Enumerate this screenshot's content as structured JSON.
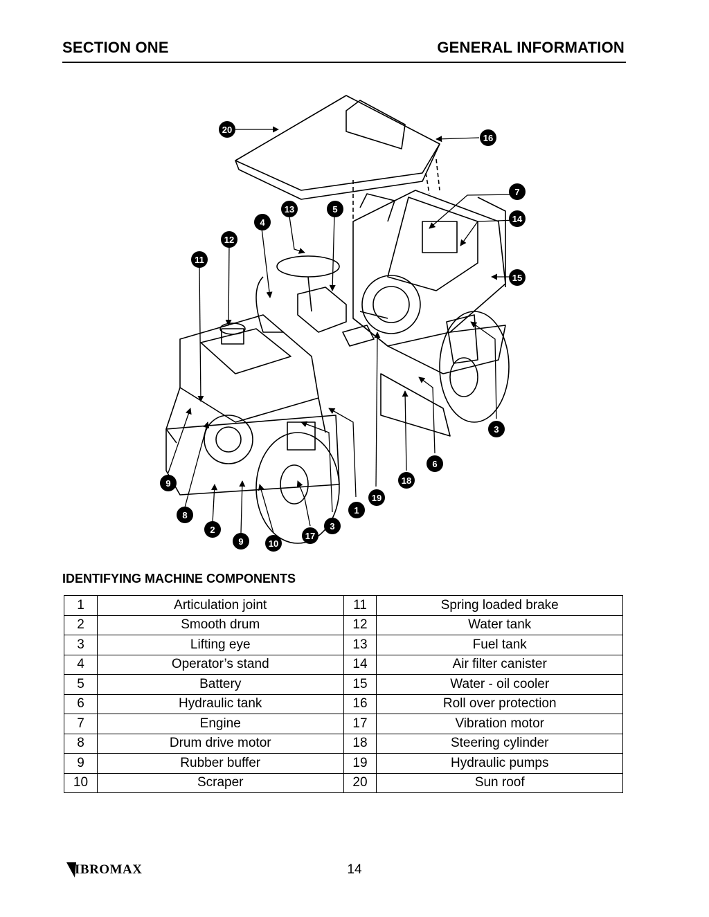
{
  "header": {
    "left": "SECTION ONE",
    "right": "GENERAL INFORMATION"
  },
  "figure": {
    "callouts": [
      "20",
      "16",
      "7",
      "14",
      "15",
      "13",
      "5",
      "4",
      "12",
      "11",
      "3",
      "6",
      "18",
      "19",
      "1",
      "17",
      "3",
      "10",
      "9",
      "2",
      "8",
      "9"
    ]
  },
  "section_title": "IDENTIFYING MACHINE COMPONENTS",
  "components": [
    {
      "left_no": "1",
      "left_name": "Articulation joint",
      "right_no": "11",
      "right_name": "Spring loaded brake"
    },
    {
      "left_no": "2",
      "left_name": "Smooth drum",
      "right_no": "12",
      "right_name": "Water tank"
    },
    {
      "left_no": "3",
      "left_name": "Lifting eye",
      "right_no": "13",
      "right_name": "Fuel tank"
    },
    {
      "left_no": "4",
      "left_name": "Operator’s stand",
      "right_no": "14",
      "right_name": "Air filter canister"
    },
    {
      "left_no": "5",
      "left_name": "Battery",
      "right_no": "15",
      "right_name": "Water - oil cooler"
    },
    {
      "left_no": "6",
      "left_name": "Hydraulic tank",
      "right_no": "16",
      "right_name": "Roll over protection"
    },
    {
      "left_no": "7",
      "left_name": "Engine",
      "right_no": "17",
      "right_name": "Vibration motor"
    },
    {
      "left_no": "8",
      "left_name": "Drum drive motor",
      "right_no": "18",
      "right_name": "Steering cylinder"
    },
    {
      "left_no": "9",
      "left_name": "Rubber buffer",
      "right_no": "19",
      "right_name": "Hydraulic pumps"
    },
    {
      "left_no": "10",
      "left_name": "Scraper",
      "right_no": "20",
      "right_name": "Sun roof"
    }
  ],
  "footer": {
    "logo": "VIBROMAX",
    "page_number": "14"
  }
}
